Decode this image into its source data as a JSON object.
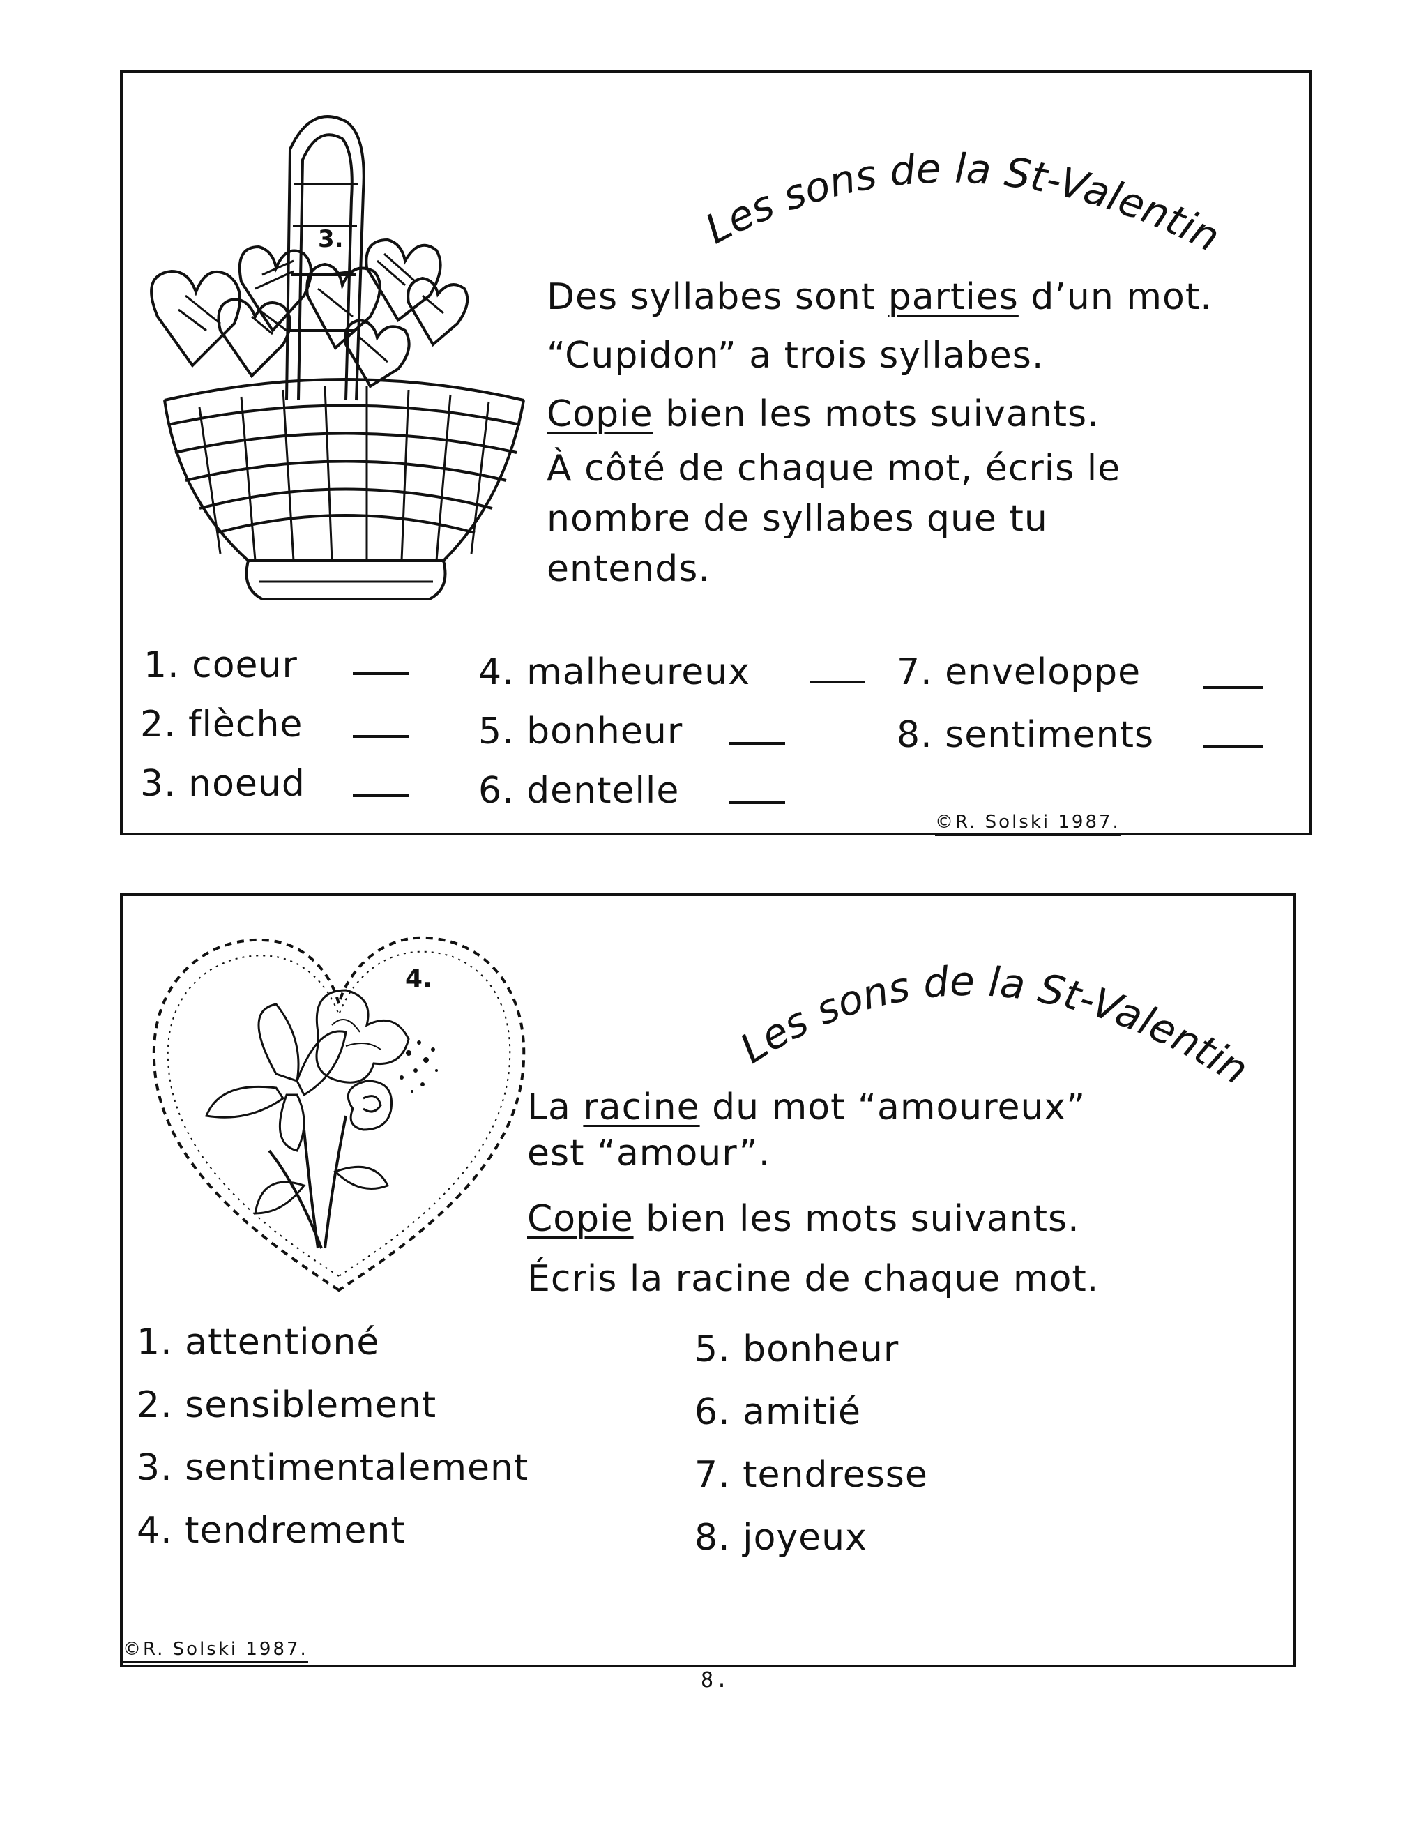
{
  "cards": [
    {
      "title": "Les sons de la St-Valentin",
      "picture_number": "3.",
      "instructions": {
        "line1_before": "Des syllabes sont ",
        "line1_underlined": "parties",
        "line1_after": " d’un mot.",
        "line2": "“Cupidon” a trois syllabes.",
        "line3_underlined": "Copie",
        "line3_after": " bien les mots suivants.",
        "line4": "À côté de chaque mot, écris le",
        "line5": "nombre de syllabes que tu",
        "line6": "entends."
      },
      "words": [
        "1. coeur",
        "2. flèche",
        "3. noeud",
        "4. malheureux",
        "5. bonheur",
        "6. dentelle",
        "7. enveloppe",
        "8. sentiments"
      ],
      "copyright": "©R. Solski 1987."
    },
    {
      "title": "Les sons de la St-Valentin",
      "picture_number": "4.",
      "instructions": {
        "line1_before": "La ",
        "line1_underlined": "racine",
        "line1_after": " du mot “amoureux”",
        "line2": "est “amour”.",
        "line3_underlined": "Copie",
        "line3_after": " bien les mots suivants.",
        "line4": "Écris la racine de chaque mot."
      },
      "words": [
        "1. attentioné",
        "2. sensiblement",
        "3. sentimentalement",
        "4. tendrement",
        "5. bonheur",
        "6. amitié",
        "7. tendresse",
        "8. joyeux"
      ],
      "copyright": "©R. Solski 1987."
    }
  ],
  "page_number": "8."
}
